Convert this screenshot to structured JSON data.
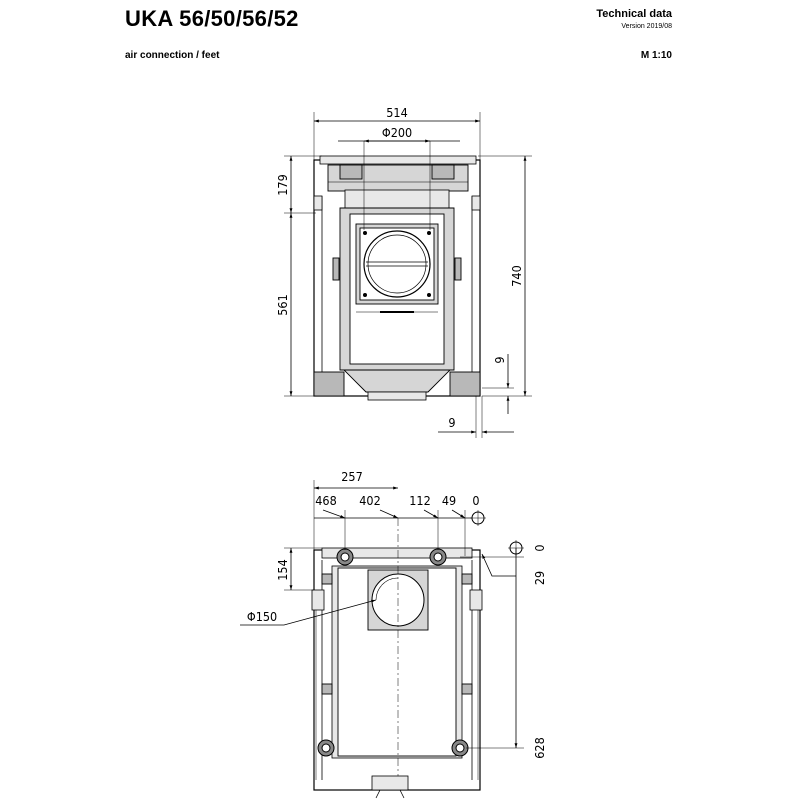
{
  "header": {
    "title": "UKA 56/50/56/52",
    "subtitle": "air connection / feet",
    "tech_data": "Technical data",
    "version": "Version 2019/08",
    "scale": "M 1:10"
  },
  "front_view": {
    "width": "514",
    "duct_diameter": "Φ200",
    "top_height": "179",
    "body_height": "561",
    "total_height": "740",
    "offset_vertical": "9",
    "offset_horizontal": "9"
  },
  "top_view": {
    "dim_257": "257",
    "dim_468": "468",
    "dim_402": "402",
    "dim_112": "112",
    "dim_49": "49",
    "dim_0_top": "0",
    "dim_0_right": "0",
    "dim_154": "154",
    "dim_29": "29",
    "dim_628": "628",
    "duct_diameter": "Φ150"
  }
}
